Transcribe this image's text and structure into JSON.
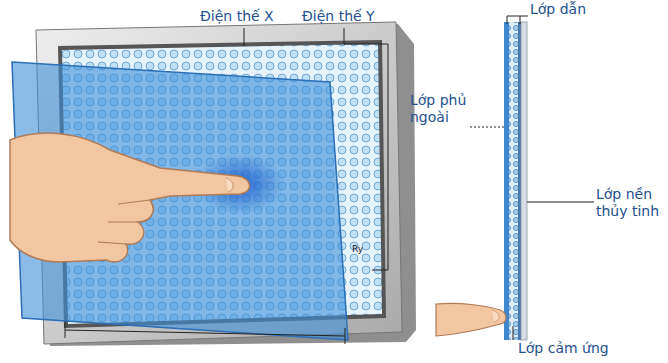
{
  "diagram": {
    "labels": [
      "Điện thế X",
      "Điện thế Y",
      "Lớp dẫn",
      "Lớp phủ ngoài",
      "Lớp nền thủy tinh",
      "Lớp cảm ứng",
      "Ry"
    ]
  }
}
